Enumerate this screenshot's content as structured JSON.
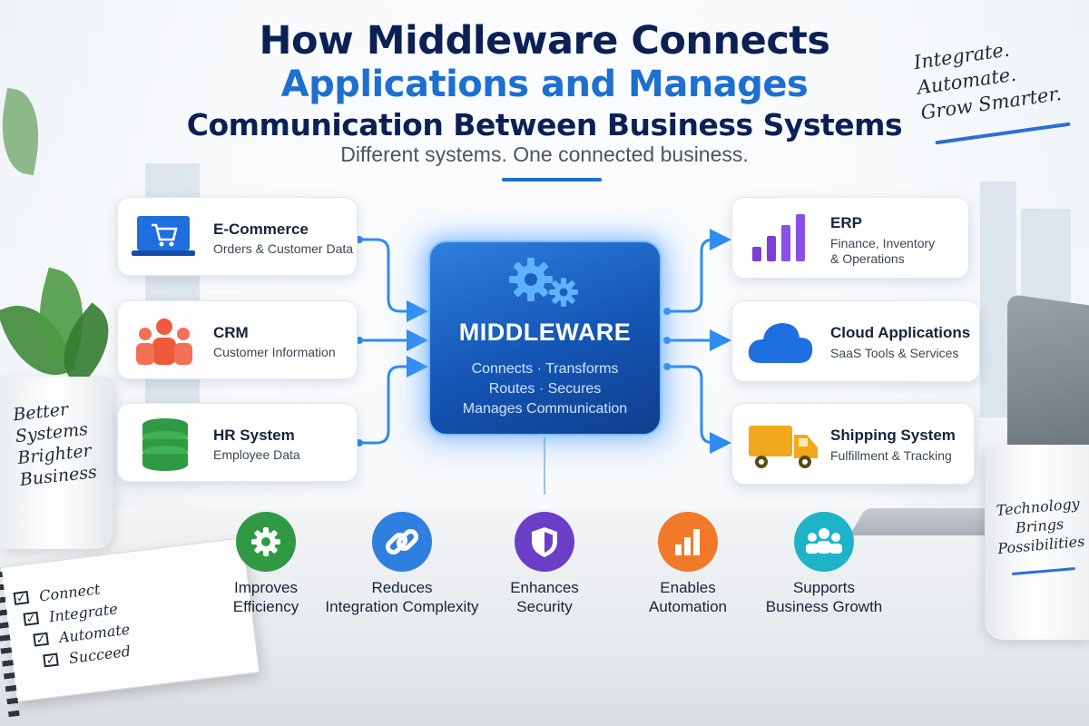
{
  "header": {
    "title_line1": "How Middleware Connects",
    "title_line2": "Applications and Manages",
    "title_line3": "Communication Between Business Systems",
    "subtitle": "Different systems. One connected business."
  },
  "tagline": [
    "Integrate.",
    "Automate.",
    "Grow Smarter."
  ],
  "middleware": {
    "title": "MIDDLEWARE",
    "line1": "Connects · Transforms",
    "line2": "Routes · Secures",
    "line3": "Manages Communication"
  },
  "sources": [
    {
      "title": "E-Commerce",
      "subtitle": "Orders & Customer Data",
      "icon": "shopping-cart-laptop-icon",
      "color": "#1f6fe0"
    },
    {
      "title": "CRM",
      "subtitle": "Customer Information",
      "icon": "people-group-icon",
      "color": "#ef5a3c"
    },
    {
      "title": "HR System",
      "subtitle": "Employee Data",
      "icon": "database-icon",
      "color": "#2f9a43"
    }
  ],
  "targets": [
    {
      "title": "ERP",
      "subtitle_line1": "Finance, Inventory",
      "subtitle_line2": "& Operations",
      "icon": "bar-chart-icon",
      "color": "#7b3fd6"
    },
    {
      "title": "Cloud Applications",
      "subtitle": "SaaS Tools & Services",
      "icon": "cloud-icon",
      "color": "#1f6fe0"
    },
    {
      "title": "Shipping System",
      "subtitle": "Fulfillment & Tracking",
      "icon": "delivery-truck-icon",
      "color": "#f1a81c"
    }
  ],
  "benefits": [
    {
      "line1": "Improves",
      "line2": "Efficiency",
      "icon": "gear-icon",
      "color": "#2f9a43"
    },
    {
      "line1": "Reduces",
      "line2": "Integration Complexity",
      "icon": "link-icon",
      "color": "#2f7fe0"
    },
    {
      "line1": "Enhances",
      "line2": "Security",
      "icon": "shield-icon",
      "color": "#6a3fc6"
    },
    {
      "line1": "Enables",
      "line2": "Automation",
      "icon": "bar-chart-icon",
      "color": "#f07a2a"
    },
    {
      "line1": "Supports",
      "line2": "Business Growth",
      "icon": "people-group-icon",
      "color": "#1fb3c7"
    }
  ],
  "notes": {
    "pot": [
      "Better",
      "Systems",
      "Brighter",
      "Business"
    ],
    "mug": [
      "Technology",
      "Brings",
      "Possibilities"
    ],
    "checklist": [
      "Connect",
      "Integrate",
      "Automate",
      "Succeed"
    ]
  }
}
